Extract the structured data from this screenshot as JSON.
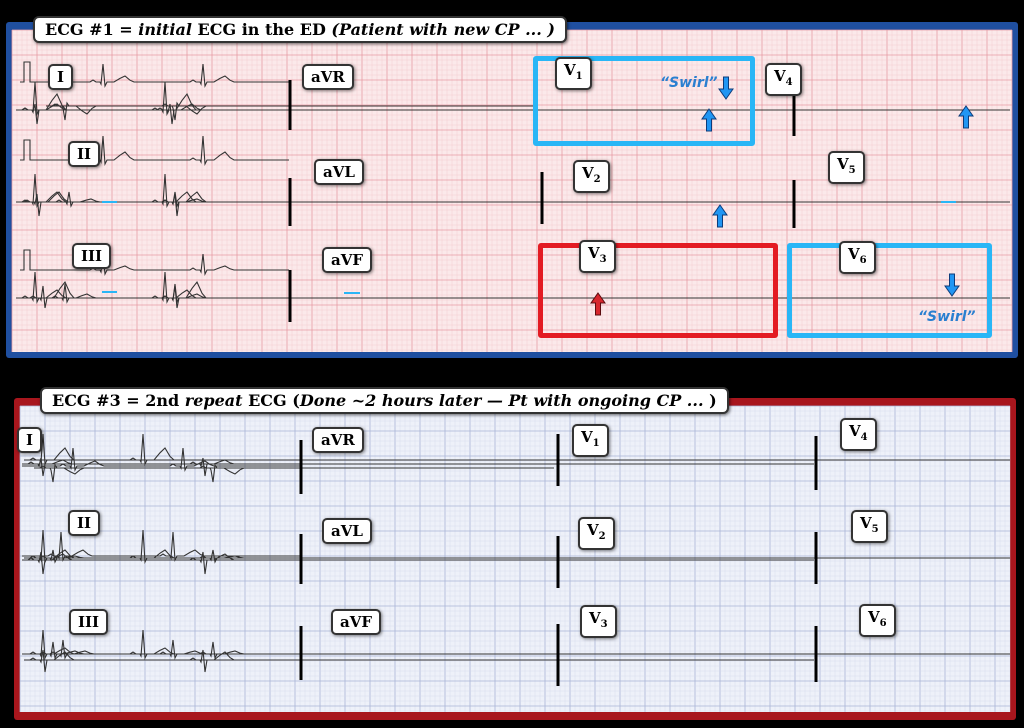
{
  "ecg1": {
    "title_prefix": "ECG #1 = ",
    "title_em1": "initial",
    "title_mid": " ECG in the ED ",
    "title_em2": "(Patient with new CP ... )",
    "leads": [
      "I",
      "aVR",
      "V",
      "II",
      "aVL",
      "V",
      "V",
      "III",
      "aVF",
      "V",
      "V"
    ],
    "lead_labels": {
      "I": "I",
      "aVR": "aVR",
      "V1": "V",
      "V1_sub": "1",
      "V4": "V",
      "V4_sub": "4",
      "II": "II",
      "aVL": "aVL",
      "V2": "V",
      "V2_sub": "2",
      "V5": "V",
      "V5_sub": "5",
      "III": "III",
      "aVF": "aVF",
      "V3": "V",
      "V3_sub": "3",
      "V6": "V",
      "V6_sub": "6"
    },
    "annotation_v1": "“Swirl”",
    "annotation_v6": "“Swirl”",
    "colors": {
      "grid_bg": "#fbe9ea",
      "grid_minor": "#f3c6cb",
      "grid_major": "#e79aa3",
      "frame": "#1f4fa0",
      "highlight_blue": "#29b6f6",
      "highlight_red": "#e31b23",
      "arrow_blue": "#2196f3",
      "arrow_red": "#d7262d"
    }
  },
  "ecg3": {
    "title_prefix": "ECG #3 = 2nd ",
    "title_em1": "repeat",
    "title_mid": " ECG (",
    "title_em2": "Done ~2 hours later — Pt with ongoing CP ... ",
    "title_suffix": ")",
    "lead_labels": {
      "I": "I",
      "aVR": "aVR",
      "V1": "V",
      "V1_sub": "1",
      "V4": "V",
      "V4_sub": "4",
      "II": "II",
      "aVL": "aVL",
      "V2": "V",
      "V2_sub": "2",
      "V5": "V",
      "V5_sub": "5",
      "III": "III",
      "aVF": "aVF",
      "V3": "V",
      "V3_sub": "3",
      "V6": "V",
      "V6_sub": "6"
    },
    "colors": {
      "grid_bg": "#eef1f9",
      "grid_minor": "#d3d9ec",
      "grid_major": "#a9b4d6",
      "frame": "#a8161d"
    }
  }
}
